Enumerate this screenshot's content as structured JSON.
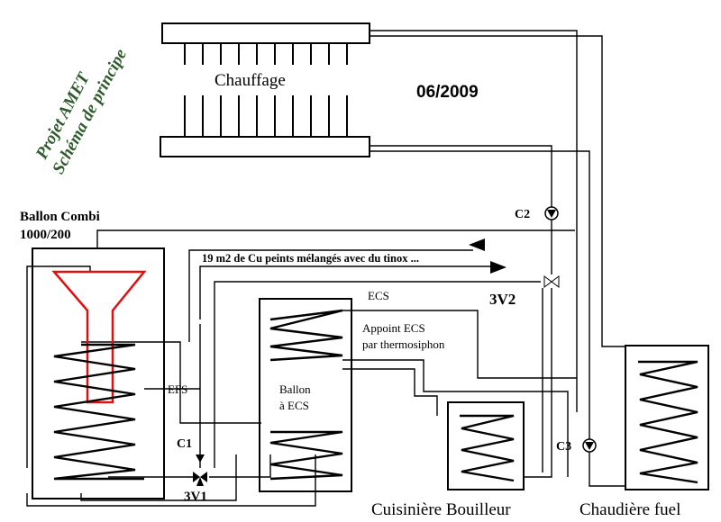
{
  "title": {
    "line1": "Projet AMET",
    "line2": "Schéma de principe"
  },
  "date": "06/2009",
  "radiator": {
    "label": "Chauffage"
  },
  "tank_combi": {
    "line1": "Ballon Combi",
    "line2": "1000/200"
  },
  "solar_note": "19 m2 de Cu peints mélangés avec du tinox ...",
  "tank_ecs": {
    "line1": "Ballon",
    "line2": "à ECS",
    "port_ecs": "ECS"
  },
  "appoint": {
    "line1": "Appoint ECS",
    "line2": "par thermosiphon"
  },
  "efs": "EFS",
  "pumps": {
    "c1": "C1",
    "c2": "C2",
    "c3": "C3"
  },
  "valves": {
    "v1": "3V1",
    "v2": "3V2"
  },
  "cuisiniere": "Cuisinière Bouilleur",
  "chaudiere": "Chaudière fuel"
}
